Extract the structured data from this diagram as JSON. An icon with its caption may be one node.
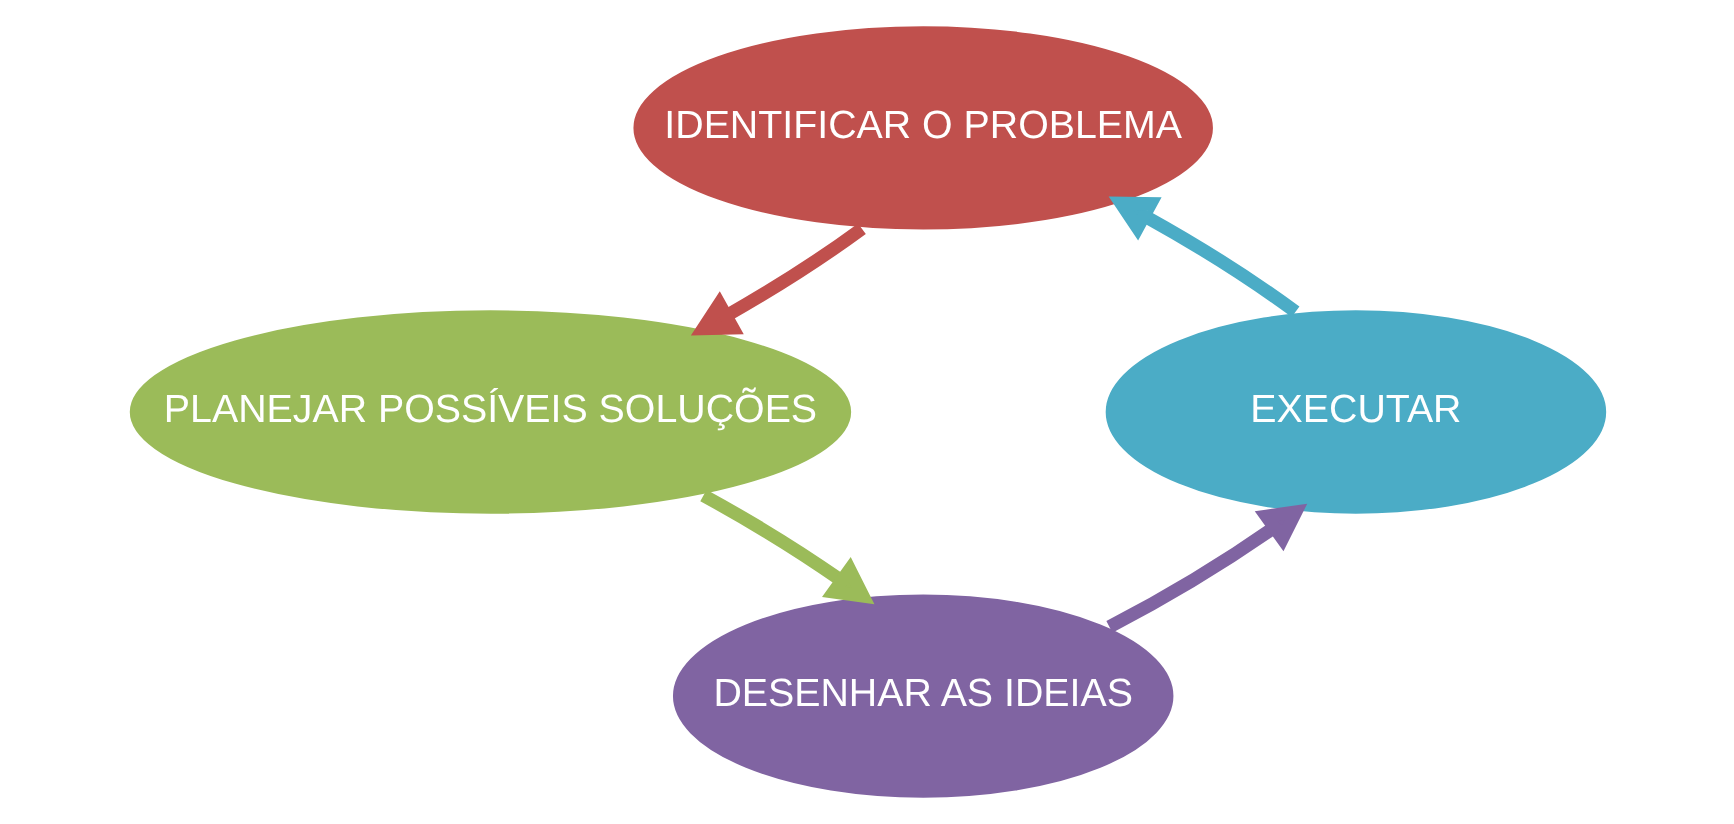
{
  "diagram": {
    "nodes": [
      {
        "text": [
          "IDENTIFICAR O PROBLEMA"
        ]
      },
      {
        "text": [
          "PLANEJAR POSSÍVEIS SOLUÇÕES"
        ]
      },
      {
        "text": [
          "DESENHAR AS IDEIAS"
        ]
      },
      {
        "text": [
          "EXECUTAR"
        ]
      }
    ],
    "edges": [
      {
        "from": 0,
        "to": 1,
        "arrow": "to",
        "color": "#c0504d"
      },
      {
        "from": 1,
        "to": 2,
        "arrow": "to",
        "color": "#9bbb59"
      },
      {
        "from": 2,
        "to": 3,
        "arrow": "to",
        "color": "#8064a2"
      },
      {
        "from": 3,
        "to": 0,
        "arrow": "to",
        "color": "#4bacc6"
      }
    ]
  }
}
